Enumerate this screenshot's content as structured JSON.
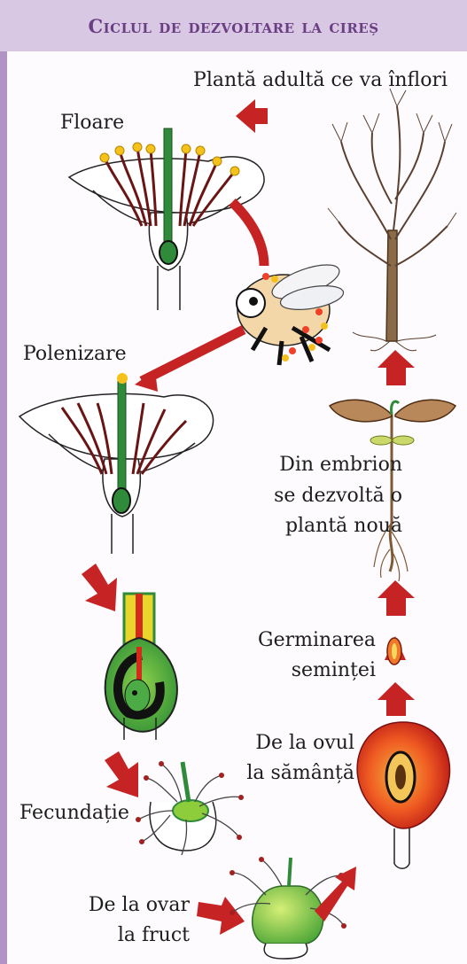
{
  "title": "Ciclul de dezvoltare la cireș",
  "labels": {
    "adult": "Plantă adultă ce va înflori",
    "floare": "Floare",
    "polenizare": "Polenizare",
    "embrion": [
      "Din embrion",
      "se dezvoltă o",
      "plantă nouă"
    ],
    "germinare": [
      "Germinarea",
      "seminței"
    ],
    "ovul": [
      "De la ovul",
      "la sămânță"
    ],
    "fecundatie": "Fecundație",
    "ovar": [
      "De la ovar",
      "la fruct"
    ]
  },
  "colors": {
    "header_bg": "#d8c8e4",
    "title": "#6b3e83",
    "sidebar": "#b193c6",
    "arrow": "#c62424",
    "stem_green": "#2f8a3a"
  }
}
